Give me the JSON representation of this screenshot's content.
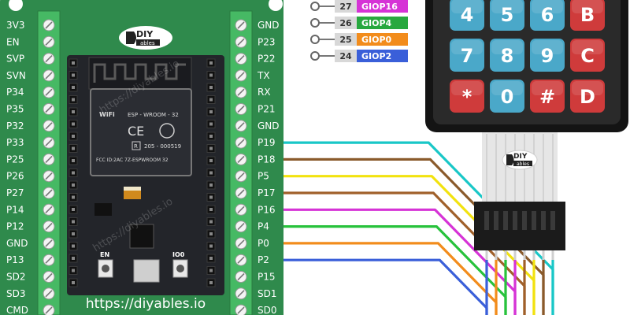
{
  "board": {
    "left_pins": [
      "3V3",
      "EN",
      "SVP",
      "SVN",
      "P34",
      "P35",
      "P32",
      "P33",
      "P25",
      "P26",
      "P27",
      "P14",
      "P12",
      "GND",
      "P13",
      "SD2",
      "SD3",
      "CMD"
    ],
    "right_pins": [
      "GND",
      "P23",
      "P22",
      "TX",
      "RX",
      "P21",
      "GND",
      "P19",
      "P18",
      "P5",
      "P17",
      "P16",
      "P4",
      "P0",
      "P2",
      "P15",
      "SD1",
      "SD0"
    ],
    "url": "https://diyables.io",
    "module_label": "ESP - WROOM - 32",
    "wifi_label": "WiFi",
    "ce_label": "CE",
    "r_label": "R",
    "cert_number": "205 - 000519",
    "fcc_label": "FCC ID:2AC 7Z-ESPWROOM 32",
    "en_button_label": "EN",
    "io0_button_label": "IO0",
    "colors": {
      "pcb": "#2f8a4c",
      "terminal": "#46b964",
      "board": "#23252a"
    }
  },
  "logo": {
    "mark": "DIY",
    "sub": "ables"
  },
  "watermark": "https://diyables.io",
  "gpio_legend": [
    {
      "number": "27",
      "label": "GIOP16",
      "color": "#d633d6"
    },
    {
      "number": "26",
      "label": "GIOP4",
      "color": "#27a83e"
    },
    {
      "number": "25",
      "label": "GIOP0",
      "color": "#f28c1c"
    },
    {
      "number": "24",
      "label": "GIOP2",
      "color": "#3a5fd9"
    }
  ],
  "keypad": {
    "keys": [
      {
        "label": "4",
        "color": "#4aa8c9"
      },
      {
        "label": "5",
        "color": "#4aa8c9"
      },
      {
        "label": "6",
        "color": "#4aa8c9"
      },
      {
        "label": "B",
        "color": "#cf3b3b"
      },
      {
        "label": "7",
        "color": "#4aa8c9"
      },
      {
        "label": "8",
        "color": "#4aa8c9"
      },
      {
        "label": "9",
        "color": "#4aa8c9"
      },
      {
        "label": "C",
        "color": "#cf3b3b"
      },
      {
        "label": "*",
        "color": "#cf3b3b"
      },
      {
        "label": "0",
        "color": "#4aa8c9"
      },
      {
        "label": "#",
        "color": "#cf3b3b"
      },
      {
        "label": "D",
        "color": "#cf3b3b"
      }
    ]
  },
  "wires": [
    {
      "pin": "P19",
      "color": "#19c7c7"
    },
    {
      "pin": "P18",
      "color": "#8a5a2b"
    },
    {
      "pin": "P5",
      "color": "#f2e20f"
    },
    {
      "pin": "P17",
      "color": "#a0602a"
    },
    {
      "pin": "P16",
      "color": "#d633d6"
    },
    {
      "pin": "P4",
      "color": "#27c23c"
    },
    {
      "pin": "P0",
      "color": "#f28c1c"
    },
    {
      "pin": "P2",
      "color": "#3a5fd9"
    }
  ]
}
